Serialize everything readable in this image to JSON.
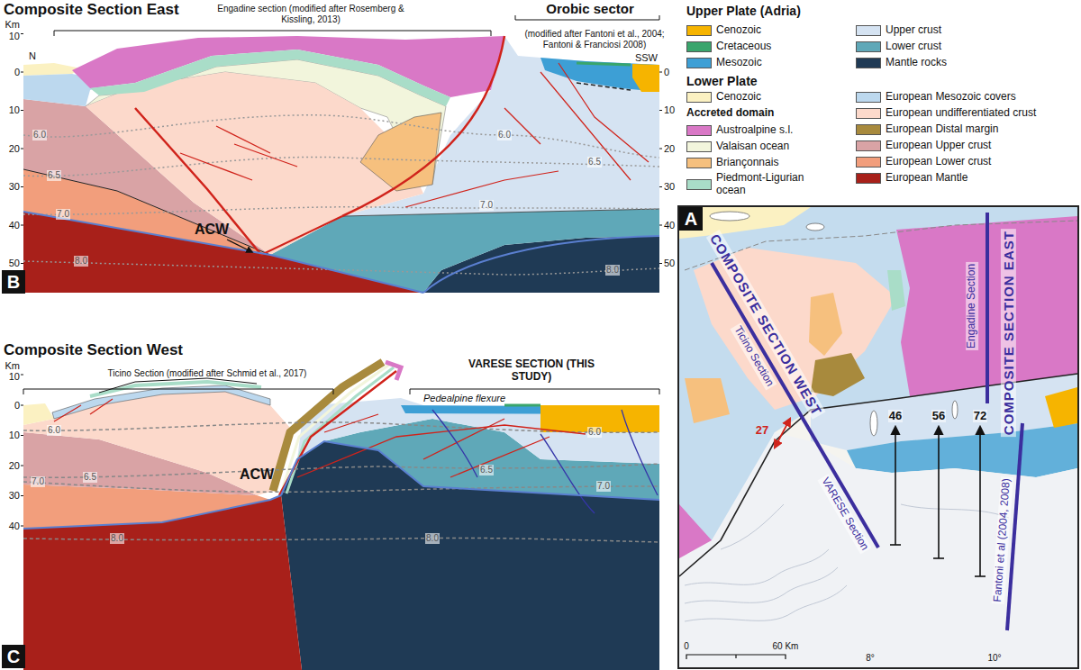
{
  "diagram": {
    "nodes": [
      {
        "text": [
          "Composite Section East",
          "B"
        ]
      },
      {
        "text": [
          "Composite Section West",
          "C"
        ]
      },
      {
        "text": [
          "A"
        ]
      }
    ],
    "labels": [
      "Engadine section (modified after Rosemberg & Kissling, 2013)",
      "Orobic sector",
      "(modified after Fantoni et al., 2004; Fantoni & Franciosi 2008)",
      "Km",
      "10",
      "0",
      "10",
      "20",
      "30",
      "40",
      "50",
      "N",
      "SSW",
      "0",
      "10",
      "20",
      "30",
      "40",
      "50",
      "6.0",
      "6.5",
      "7.0",
      "8.0",
      "6.0",
      "6.5",
      "7.0",
      "8.0",
      "ACW",
      "Ticino Section (modified after Schmid et al., 2017)",
      "VARESE SECTION (THIS STUDY)",
      "Pedealpine flexure",
      "Km",
      "10",
      "0",
      "10",
      "20",
      "30",
      "40",
      "6.0",
      "7.0",
      "6.5",
      "8.0",
      "6.0",
      "6.5",
      "7.0",
      "8.0",
      "ACW",
      "COMPOSITE SECTION WEST",
      "Ticino Section",
      "VARESE Section",
      "COMPOSITE SECTION EAST",
      "Engadine Section",
      "Fantoni et al (2004, 2008)",
      "46",
      "56",
      "72",
      "27",
      "0",
      "60 Km",
      "8°",
      "10°",
      "Upper Plate (Adria)",
      "Lower Plate",
      "Accreted domain"
    ],
    "legend": [
      {
        "text": "Cenozoic",
        "color": "#f6b400"
      },
      {
        "text": "Cretaceous",
        "color": "#39a56c"
      },
      {
        "text": "Mesozoic",
        "color": "#3d9fd5"
      },
      {
        "text": "Upper crust",
        "color": "#d5e3f2"
      },
      {
        "text": "Lower crust",
        "color": "#5fa8b8"
      },
      {
        "text": "Mantle rocks",
        "color": "#1f3a55"
      },
      {
        "text": "Cenozoic",
        "color": "#fbf1c2"
      },
      {
        "text": "Austroalpine s.l.",
        "color": "#d978c6"
      },
      {
        "text": "Valaisan ocean",
        "color": "#f2f5dc"
      },
      {
        "text": "Briançonnais",
        "color": "#f6c07e"
      },
      {
        "text": "Piedmont-Ligurian ocean",
        "color": "#a9ddc8"
      },
      {
        "text": "European Mesozoic covers",
        "color": "#bcd8ee"
      },
      {
        "text": "European undifferentiated crust",
        "color": "#fcd9cb"
      },
      {
        "text": "European Distal margin",
        "color": "#a88a3d"
      },
      {
        "text": "European Upper crust",
        "color": "#d9a3a5"
      },
      {
        "text": "European Lower crust",
        "color": "#f29e7c"
      },
      {
        "text": "European Mantle",
        "color": "#a8201a"
      }
    ]
  }
}
